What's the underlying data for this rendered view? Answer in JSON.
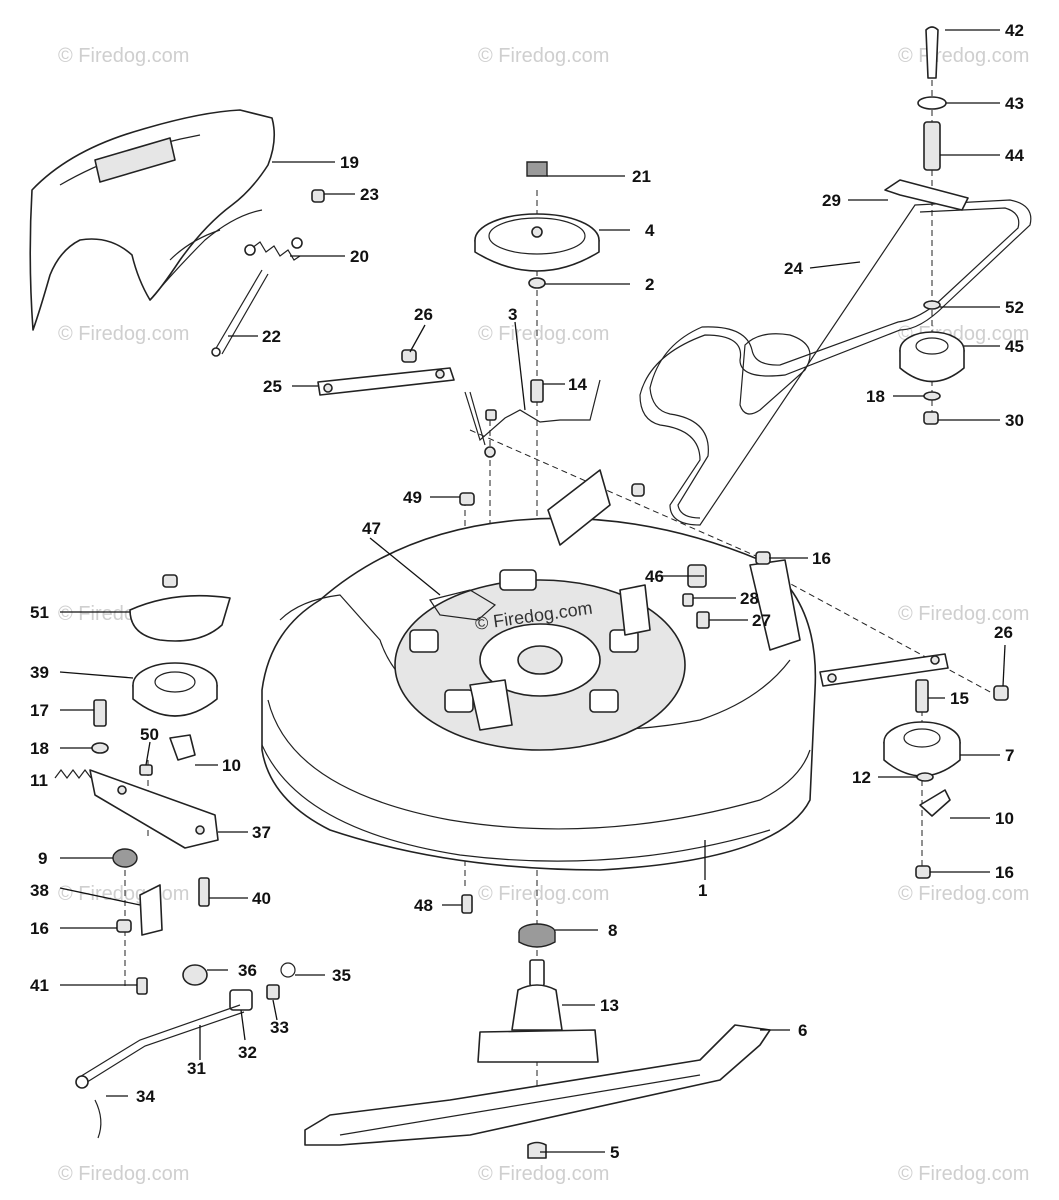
{
  "diagram": {
    "callouts": [
      "42",
      "43",
      "44",
      "29",
      "24",
      "52",
      "45",
      "18",
      "30",
      "19",
      "23",
      "20",
      "22",
      "21",
      "4",
      "2",
      "26",
      "3",
      "25",
      "14",
      "49",
      "47",
      "16",
      "46",
      "28",
      "27",
      "51",
      "39",
      "17",
      "18",
      "50",
      "10",
      "11",
      "37",
      "9",
      "38",
      "16",
      "40",
      "41",
      "48",
      "8",
      "36",
      "35",
      "33",
      "32",
      "31",
      "34",
      "13",
      "6",
      "5",
      "1",
      "15",
      "7",
      "12",
      "10",
      "16",
      "26"
    ],
    "watermark": "© Firedog.com",
    "center_watermark": "© Firedog.com"
  }
}
